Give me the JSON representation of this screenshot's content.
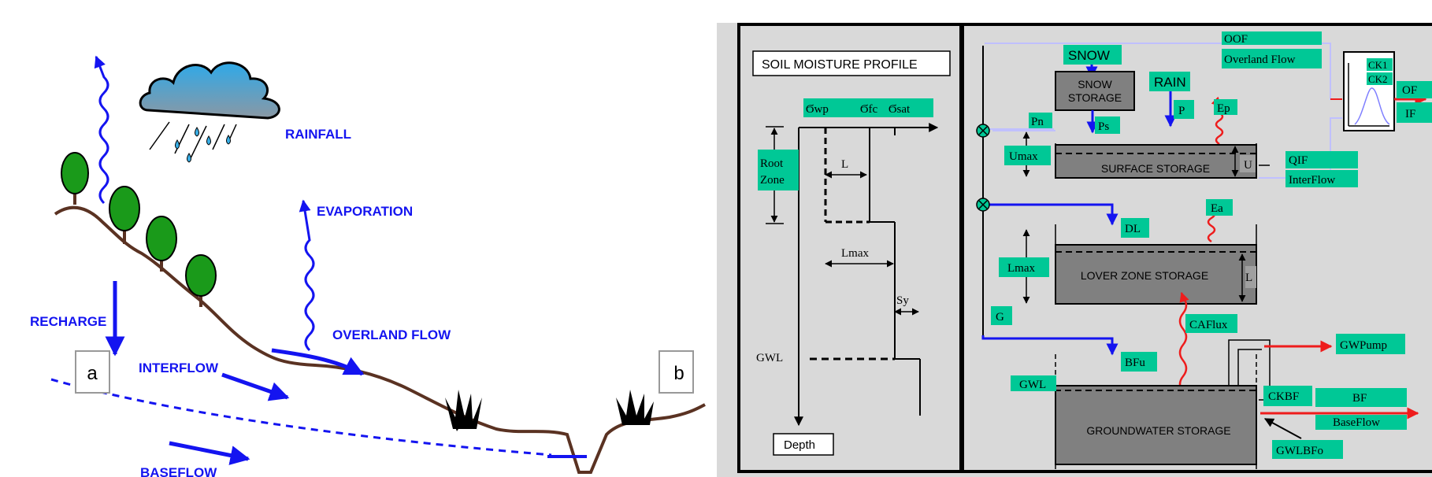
{
  "hydrology": {
    "rainfall": "RAINFALL",
    "evaporation": "EVAPORATION",
    "recharge": "RECHARGE",
    "interflow": "INTERFLOW",
    "overland_flow": "OVERLAND FLOW",
    "baseflow": "BASEFLOW",
    "panel_a": "a",
    "panel_b": "b"
  },
  "soil_profile": {
    "title": "SOIL MOISTURE  PROFILE",
    "owp": "Ϭwp",
    "ofc": "Ϭfc",
    "osat": "Ϭsat",
    "root_zone_1": "Root",
    "root_zone_2": "Zone",
    "l": "L",
    "lmax": "Lmax",
    "sy": "Sy",
    "gwl": "GWL",
    "depth": "Depth"
  },
  "model": {
    "snow": "SNOW",
    "snow_storage_1": "SNOW",
    "snow_storage_2": "STORAGE",
    "rain": "RAIN",
    "p": "P",
    "ps": "Ps",
    "pn": "Pn",
    "ep": "Ep",
    "oof": "OOF",
    "overland_flow": "Overland Flow",
    "ck1": "CK1",
    "ck2": "CK2",
    "of": "OF",
    "if": "IF",
    "umax": "Umax",
    "u": "U",
    "surface_storage": "SURFACE  STORAGE",
    "qif": "QIF",
    "interflow": "InterFlow",
    "dl": "DL",
    "ea": "Ea",
    "lmax": "Lmax",
    "lower_zone_storage": "LOVER ZONE  STORAGE",
    "l": "L",
    "g": "G",
    "caflux": "CAFlux",
    "bfu": "BFu",
    "gwpump": "GWPump",
    "gwl": "GWL",
    "ckbf": "CKBF",
    "bf": "BF",
    "baseflow": "BaseFlow",
    "groundwater_storage": "GROUNDWATER STORAGE",
    "gwlbfo": "GWLBFo"
  }
}
